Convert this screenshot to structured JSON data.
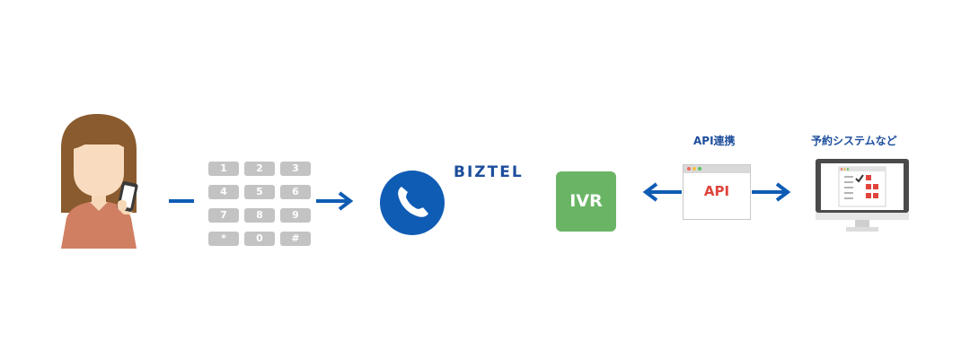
{
  "caller": {
    "person_icon": "woman-with-smartphone-icon"
  },
  "keypad": {
    "keys": [
      "1",
      "2",
      "3",
      "4",
      "5",
      "6",
      "7",
      "8",
      "9",
      "*",
      "0",
      "#"
    ]
  },
  "phone": {
    "icon": "phone-handset-icon",
    "color": "#0f5cb4"
  },
  "biztel": {
    "logo_text": "BIZTEL",
    "ivr_label": "IVR",
    "ivr_color": "#6ab565"
  },
  "api": {
    "caption": "API連携",
    "window_label": "API",
    "label_color": "#e0443c"
  },
  "system": {
    "caption": "予約システムなど",
    "icon": "monitor-checklist-icon"
  },
  "colors": {
    "arrow": "#0f5cb4",
    "key": "#c3c3c3",
    "text_blue": "#1d4e9c"
  }
}
